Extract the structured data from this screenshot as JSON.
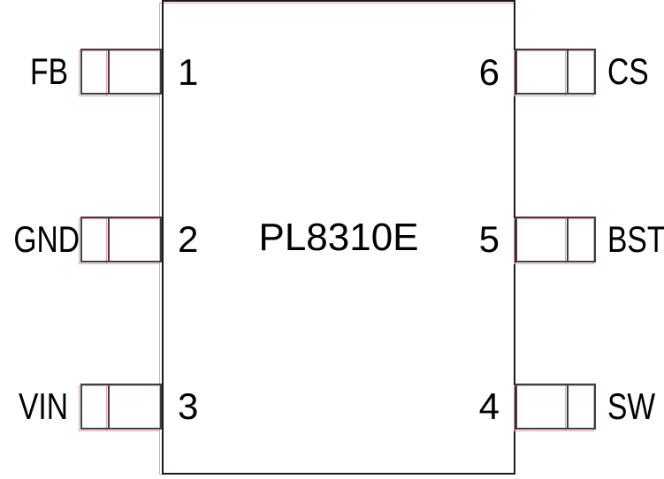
{
  "chip": {
    "title": "PL8310E",
    "pins": {
      "left": [
        {
          "number": "1",
          "label": "FB"
        },
        {
          "number": "2",
          "label": "GND"
        },
        {
          "number": "3",
          "label": "VIN"
        }
      ],
      "right": [
        {
          "number": "6",
          "label": "CS"
        },
        {
          "number": "5",
          "label": "BST"
        },
        {
          "number": "4",
          "label": "SW"
        }
      ]
    }
  },
  "colors": {
    "body_outline": "#1b1b1b",
    "pin_outline": "#3d4042",
    "red_underlay": "#f0a0a0",
    "text": "#000000",
    "background": "#ffffff"
  }
}
